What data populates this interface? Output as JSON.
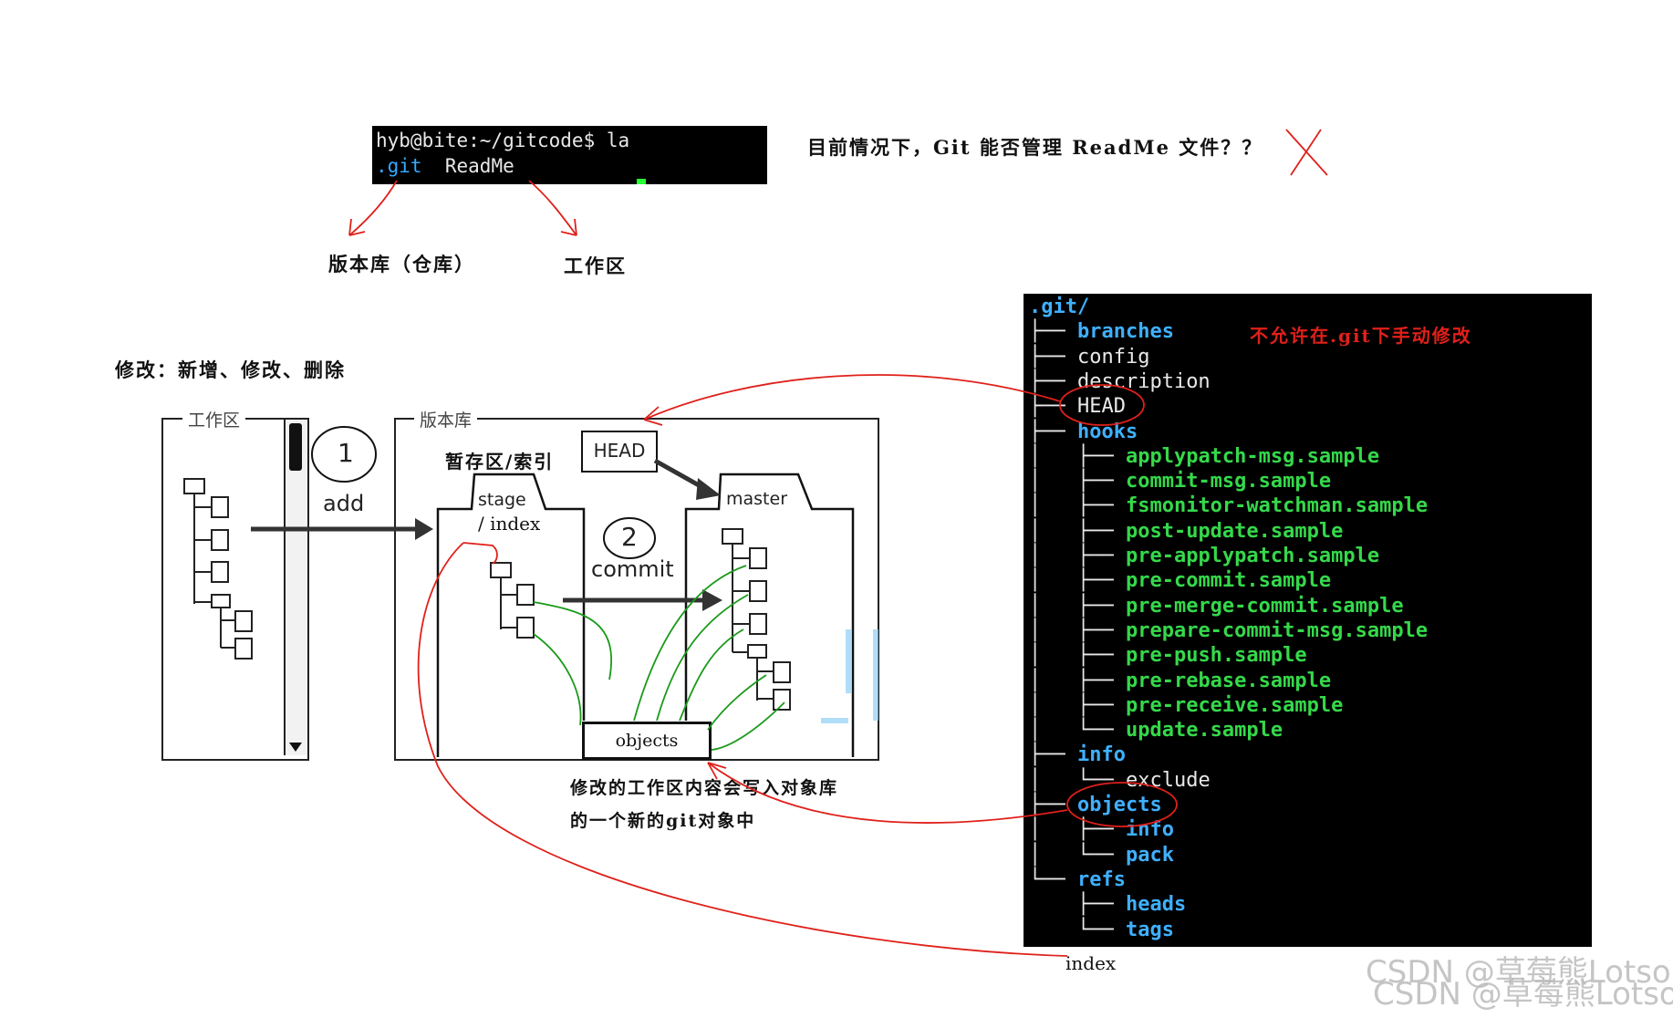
{
  "terminal": {
    "prompt": "hyb@bite:~/gitcode$ la",
    "entry_git": ".git",
    "entry_readme": "ReadMe"
  },
  "question": "目前情况下，Git 能否管理 ReadMe 文件？？",
  "labels": {
    "repo": "版本库（仓库）",
    "workspace": "工作区",
    "modify": "修改：新增、修改、删除",
    "stage_index": "暂存区/索引",
    "objects_note_1": "修改的工作区内容会写入对象库",
    "objects_note_2": "的一个新的git对象中",
    "index_bottom": "index",
    "no_edit": "不允许在.git下手动修改"
  },
  "diagram": {
    "workspace_box": "工作区",
    "repo_box": "版本库",
    "step1": "1",
    "add": "add",
    "step2": "2",
    "commit": "commit",
    "head": "HEAD",
    "stage": "stage",
    "index": "/ index",
    "master": "master",
    "objects": "objects"
  },
  "git_tree": [
    {
      "name": ".git/",
      "style": "blue",
      "prefix": ""
    },
    {
      "name": "branches",
      "style": "blue",
      "prefix": "├── "
    },
    {
      "name": "config",
      "style": "white",
      "prefix": "├── "
    },
    {
      "name": "description",
      "style": "white",
      "prefix": "├── "
    },
    {
      "name": "HEAD",
      "style": "white",
      "prefix": "├── "
    },
    {
      "name": "hooks",
      "style": "blue",
      "prefix": "├── "
    },
    {
      "name": "applypatch-msg.sample",
      "style": "green",
      "prefix": "│   ├── "
    },
    {
      "name": "commit-msg.sample",
      "style": "green",
      "prefix": "│   ├── "
    },
    {
      "name": "fsmonitor-watchman.sample",
      "style": "green",
      "prefix": "│   ├── "
    },
    {
      "name": "post-update.sample",
      "style": "green",
      "prefix": "│   ├── "
    },
    {
      "name": "pre-applypatch.sample",
      "style": "green",
      "prefix": "│   ├── "
    },
    {
      "name": "pre-commit.sample",
      "style": "green",
      "prefix": "│   ├── "
    },
    {
      "name": "pre-merge-commit.sample",
      "style": "green",
      "prefix": "│   ├── "
    },
    {
      "name": "prepare-commit-msg.sample",
      "style": "green",
      "prefix": "│   ├── "
    },
    {
      "name": "pre-push.sample",
      "style": "green",
      "prefix": "│   ├── "
    },
    {
      "name": "pre-rebase.sample",
      "style": "green",
      "prefix": "│   ├── "
    },
    {
      "name": "pre-receive.sample",
      "style": "green",
      "prefix": "│   ├── "
    },
    {
      "name": "update.sample",
      "style": "green",
      "prefix": "│   └── "
    },
    {
      "name": "info",
      "style": "blue",
      "prefix": "├── "
    },
    {
      "name": "exclude",
      "style": "white",
      "prefix": "│   └── "
    },
    {
      "name": "objects",
      "style": "blue",
      "prefix": "├── "
    },
    {
      "name": "info",
      "style": "blue",
      "prefix": "│   ├── "
    },
    {
      "name": "pack",
      "style": "blue",
      "prefix": "│   └── "
    },
    {
      "name": "refs",
      "style": "blue",
      "prefix": "└── "
    },
    {
      "name": "heads",
      "style": "blue",
      "prefix": "    ├── "
    },
    {
      "name": "tags",
      "style": "blue",
      "prefix": "    └── "
    }
  ],
  "watermark": [
    "CSDN @草莓熊Lotso",
    "CSDN @草莓熊Lotso"
  ],
  "colors": {
    "red_ink": "#e0201a",
    "green_ink": "#1a9a1a",
    "terminal_bg": "#000000"
  }
}
